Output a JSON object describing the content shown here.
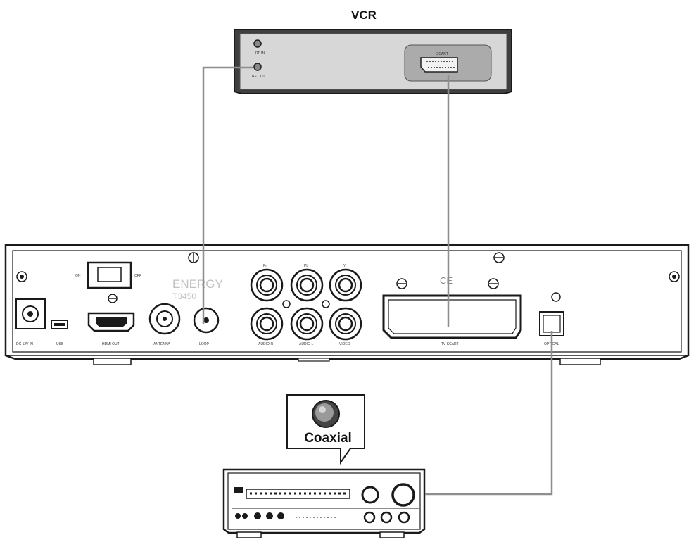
{
  "title": "VCR",
  "callout": {
    "label": "Coaxial"
  },
  "receiver": {
    "brand": "ENERGY",
    "model": "T3450",
    "marking": "CE"
  },
  "colors": {
    "cable": "#8e8e8e",
    "device_outline": "#1a1a1a",
    "vcr_body": "#3f3f3f",
    "vcr_panel": "#d7d7d7",
    "receiver_panel": "#ffffff"
  },
  "devices": [
    "vcr",
    "satellite-receiver",
    "audio-amplifier"
  ],
  "connections": [
    {
      "from": "vcr-rf-out",
      "to": "receiver-rf-loop-out"
    },
    {
      "from": "vcr-scart",
      "to": "receiver-tv-scart"
    },
    {
      "from": "receiver-optical-out",
      "to": "amplifier-coaxial-in"
    }
  ]
}
